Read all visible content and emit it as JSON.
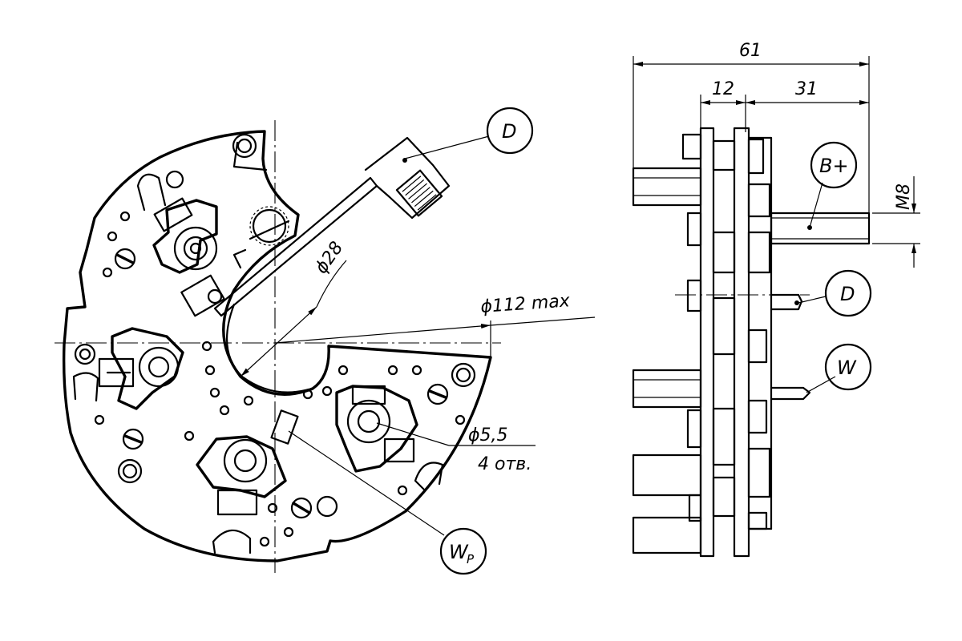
{
  "dimensions": {
    "diameter_hole": "ϕ28",
    "diameter_max": "ϕ112 max",
    "diameter_mount": "ϕ5,5",
    "holes_count": "4 отв.",
    "overall_width": "61",
    "width_12": "12",
    "width_31": "31",
    "thread": "M8"
  },
  "callouts": {
    "d_front": "D",
    "wp_main": "W",
    "wp_sub": "P",
    "b_plus": "B+",
    "d_side": "D",
    "w_side": "W"
  }
}
